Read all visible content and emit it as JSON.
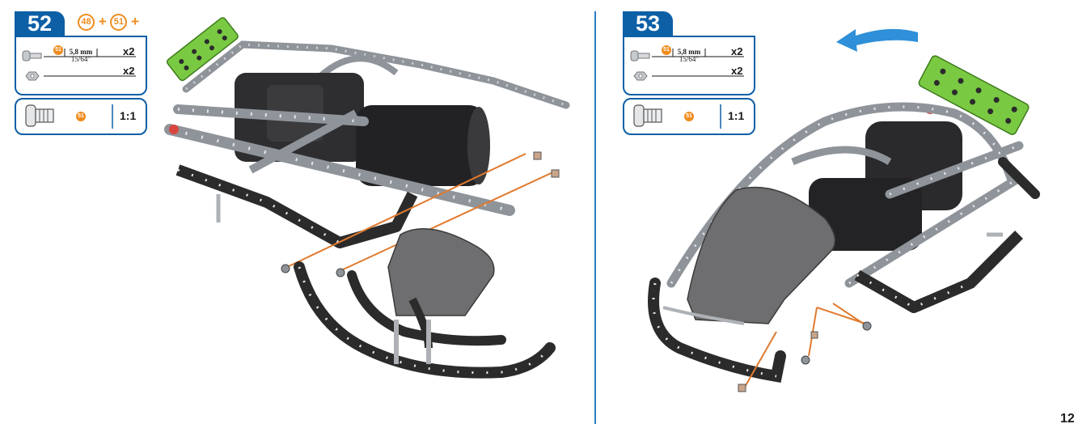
{
  "steps": [
    {
      "number": "52",
      "previous": [
        "48",
        "51"
      ],
      "parts": [
        {
          "icon": "screw-icon",
          "part_no": "51",
          "size_mm": "5,8 mm",
          "size_in": "15/64\"",
          "qty": "x2"
        },
        {
          "icon": "nut-icon",
          "qty": "x2"
        }
      ],
      "scale": {
        "part_no": "51",
        "ratio": "1:1"
      }
    },
    {
      "number": "53",
      "parts": [
        {
          "icon": "screw-icon",
          "part_no": "51",
          "size_mm": "5,8 mm",
          "size_in": "15/64\"",
          "qty": "x2"
        },
        {
          "icon": "nut-icon",
          "qty": "x2"
        }
      ],
      "scale": {
        "part_no": "51",
        "ratio": "1:1"
      }
    }
  ],
  "page_number": "12",
  "colors": {
    "accent": "#0d5fa6",
    "orange": "#f08c1e",
    "green": "#7ac943",
    "metal": "#9a9ea3",
    "dark": "#2b2b2b"
  }
}
